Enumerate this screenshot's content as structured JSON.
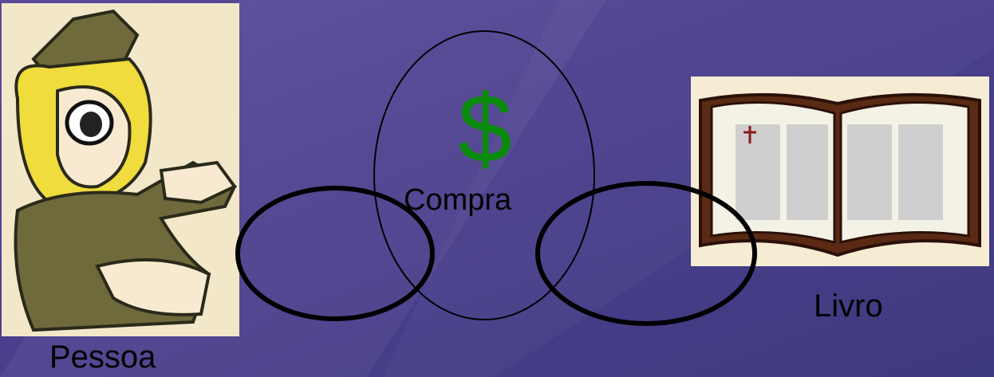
{
  "entities": {
    "left_label": "Pessoa",
    "right_label": "Livro"
  },
  "relationship": {
    "label": "Compra",
    "symbol": "$",
    "symbol_color": "#0a8a0a"
  },
  "colors": {
    "background": "#4b3f8e",
    "line": "#000000"
  }
}
